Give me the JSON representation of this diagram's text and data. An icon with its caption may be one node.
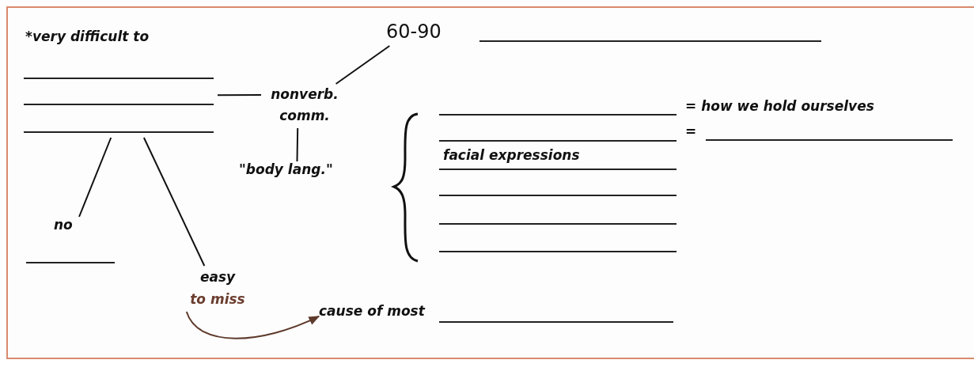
{
  "diagram": {
    "nodes": [
      {
        "text": [
          "*very difficult to"
        ]
      },
      {
        "text": [
          "nonverb. comm."
        ]
      },
      {
        "text": [
          "60-90"
        ]
      },
      {
        "text": [
          "\"body lang.\""
        ]
      },
      {
        "text": [
          "no"
        ]
      },
      {
        "text": [
          "easy",
          "to miss"
        ]
      },
      {
        "text": [
          "cause of most"
        ]
      }
    ],
    "edges": [
      {
        "from": 0,
        "to": 1,
        "arrow": "none"
      },
      {
        "from": 1,
        "to": 2,
        "arrow": "none"
      },
      {
        "from": 1,
        "to": 3,
        "arrow": "none"
      },
      {
        "from": 0,
        "to": 4,
        "arrow": "none"
      },
      {
        "from": 0,
        "to": 5,
        "arrow": "none"
      },
      {
        "from": 5,
        "to": 6,
        "arrow": "to",
        "color": "#5e3a2c"
      }
    ],
    "labels": [
      "= how we hold ourselves",
      "=",
      "facial expressions"
    ]
  }
}
